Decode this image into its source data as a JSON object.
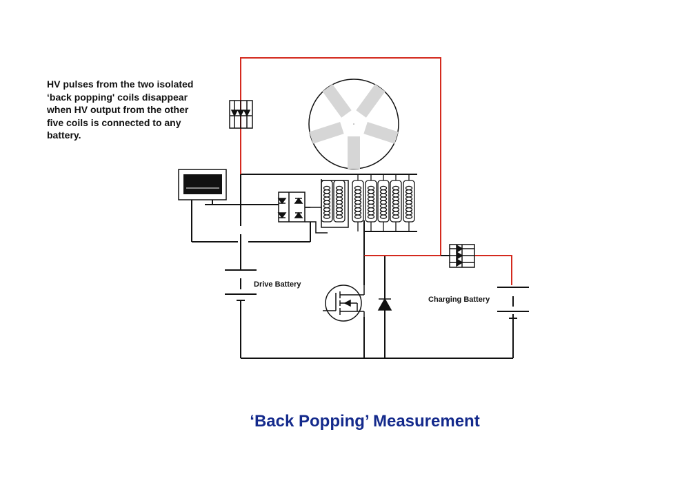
{
  "annotation": {
    "lines": [
      "HV pulses from the two isolated",
      "‘back popping' coils disappear",
      "when HV output from the other",
      "five coils is connected to any",
      "battery."
    ]
  },
  "labels": {
    "drive_battery": "Drive Battery",
    "charging_battery": "Charging Battery"
  },
  "title": "‘Back Popping’ Measurement",
  "colors": {
    "wire": "#111111",
    "hv_wire": "#d42a1e",
    "title": "#142a8c",
    "rotor_magnet": "#d6d6d6"
  },
  "components": {
    "rotor_magnets": 5,
    "isolated_coils": 2,
    "output_coils": 5
  }
}
